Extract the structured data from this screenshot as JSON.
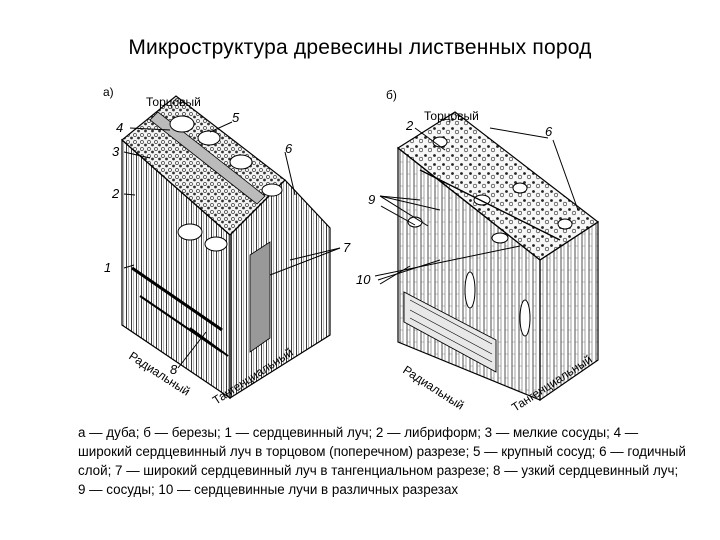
{
  "title": "Микроструктура древесины лиственных пород",
  "panel_a": {
    "letter": "а)",
    "face_top": "Торцовый",
    "face_left": "Радиальный",
    "face_right": "Тангенциальный",
    "labels": {
      "l1": "1",
      "l2": "2",
      "l3": "3",
      "l4": "4",
      "l5": "5",
      "l6": "6",
      "l7": "7",
      "l8": "8"
    }
  },
  "panel_b": {
    "letter": "б)",
    "face_top": "Торцовый",
    "face_left": "Радиальный",
    "face_right": "Тангенциальный",
    "labels": {
      "l2": "2",
      "l6": "6",
      "l9": "9",
      "l10": "10"
    }
  },
  "caption": "а — дуба; б — березы; 1 — сердцевинный луч; 2 — либриформ; 3 — мелкие сосуды; 4 — широкий сердцевинный луч в торцовом (поперечном) разрезе; 5 — крупный сосуд; 6 — годичный слой; 7 — широкий сердцевинный луч в тангенциальном разрезе; 8 — узкий сердцевинный луч; 9 — сосуды; 10 — сердцевинные лучи в различных разрезах"
}
